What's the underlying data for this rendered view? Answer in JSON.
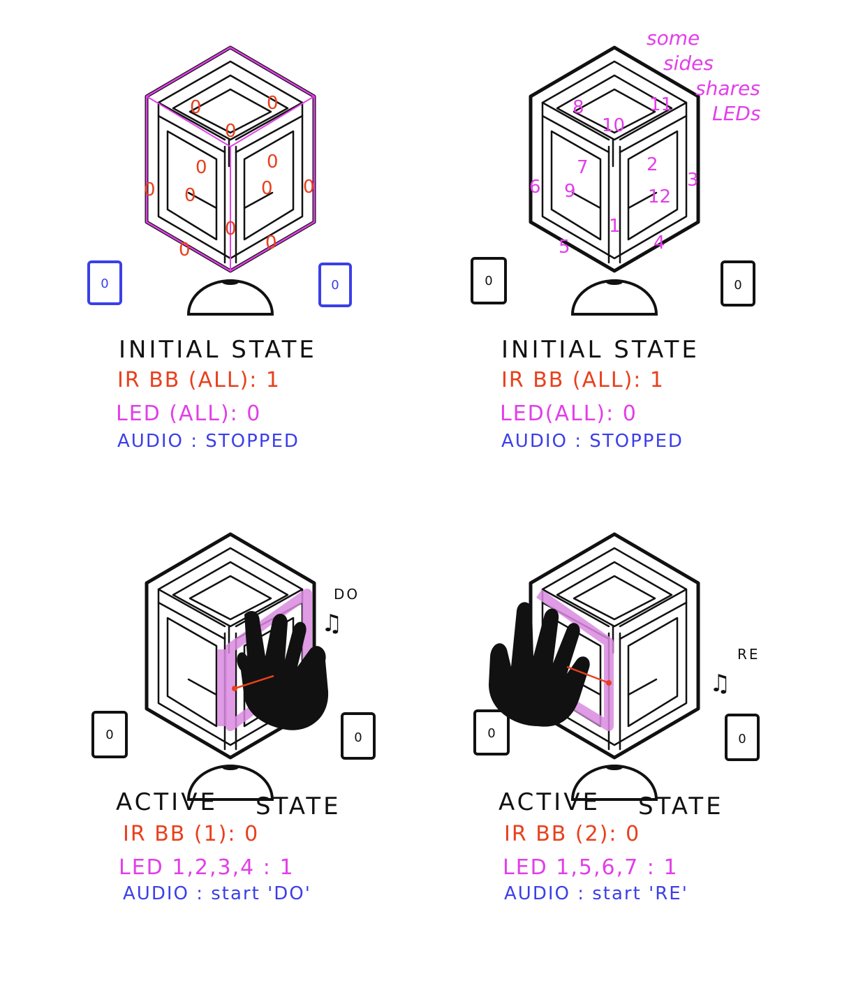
{
  "colors": {
    "ink": "#111111",
    "ir": "#e8401c",
    "led": "#e23ee8",
    "audio": "#3b3fe8",
    "led_glow": "#d98be0"
  },
  "panels": [
    {
      "title": "INITIAL STATE",
      "ir": "IR BB (ALL): 1",
      "led": "LED (ALL): 0",
      "audio": "AUDIO : STOPPED",
      "speaker_left": "0",
      "speaker_right": "0"
    },
    {
      "title": "INITIAL STATE",
      "ir": "IR BB (ALL): 1",
      "led": "LED(ALL): 0",
      "audio": "AUDIO : STOPPED",
      "speaker_left": "0",
      "speaker_right": "0"
    },
    {
      "title_a": "ACTIVE",
      "title_b": "STATE",
      "ir": "IR BB (1): 0",
      "led": "LED 1,2,3,4 : 1",
      "audio": "AUDIO : start 'DO'",
      "speaker_left": "0",
      "speaker_right": "0",
      "note": "DO",
      "note_glyph": "♫"
    },
    {
      "title_a": "ACTIVE",
      "title_b": "STATE",
      "ir": "IR BB (2): 0",
      "led": "LED 1,5,6,7 : 1",
      "audio": "AUDIO : start 'RE'",
      "speaker_left": "0",
      "speaker_right": "0",
      "note": "RE",
      "note_glyph": "♫"
    }
  ],
  "annotation": [
    "some",
    "sides",
    "shares",
    "LEDs"
  ],
  "edge_numbers": [
    "8",
    "11",
    "10",
    "7",
    "2",
    "3",
    "6",
    "9",
    "12",
    "1",
    "5",
    "4"
  ],
  "ir_zeros": [
    "0",
    "0",
    "0",
    "0",
    "0",
    "0",
    "0",
    "0",
    "0",
    "0",
    "0",
    "0"
  ]
}
